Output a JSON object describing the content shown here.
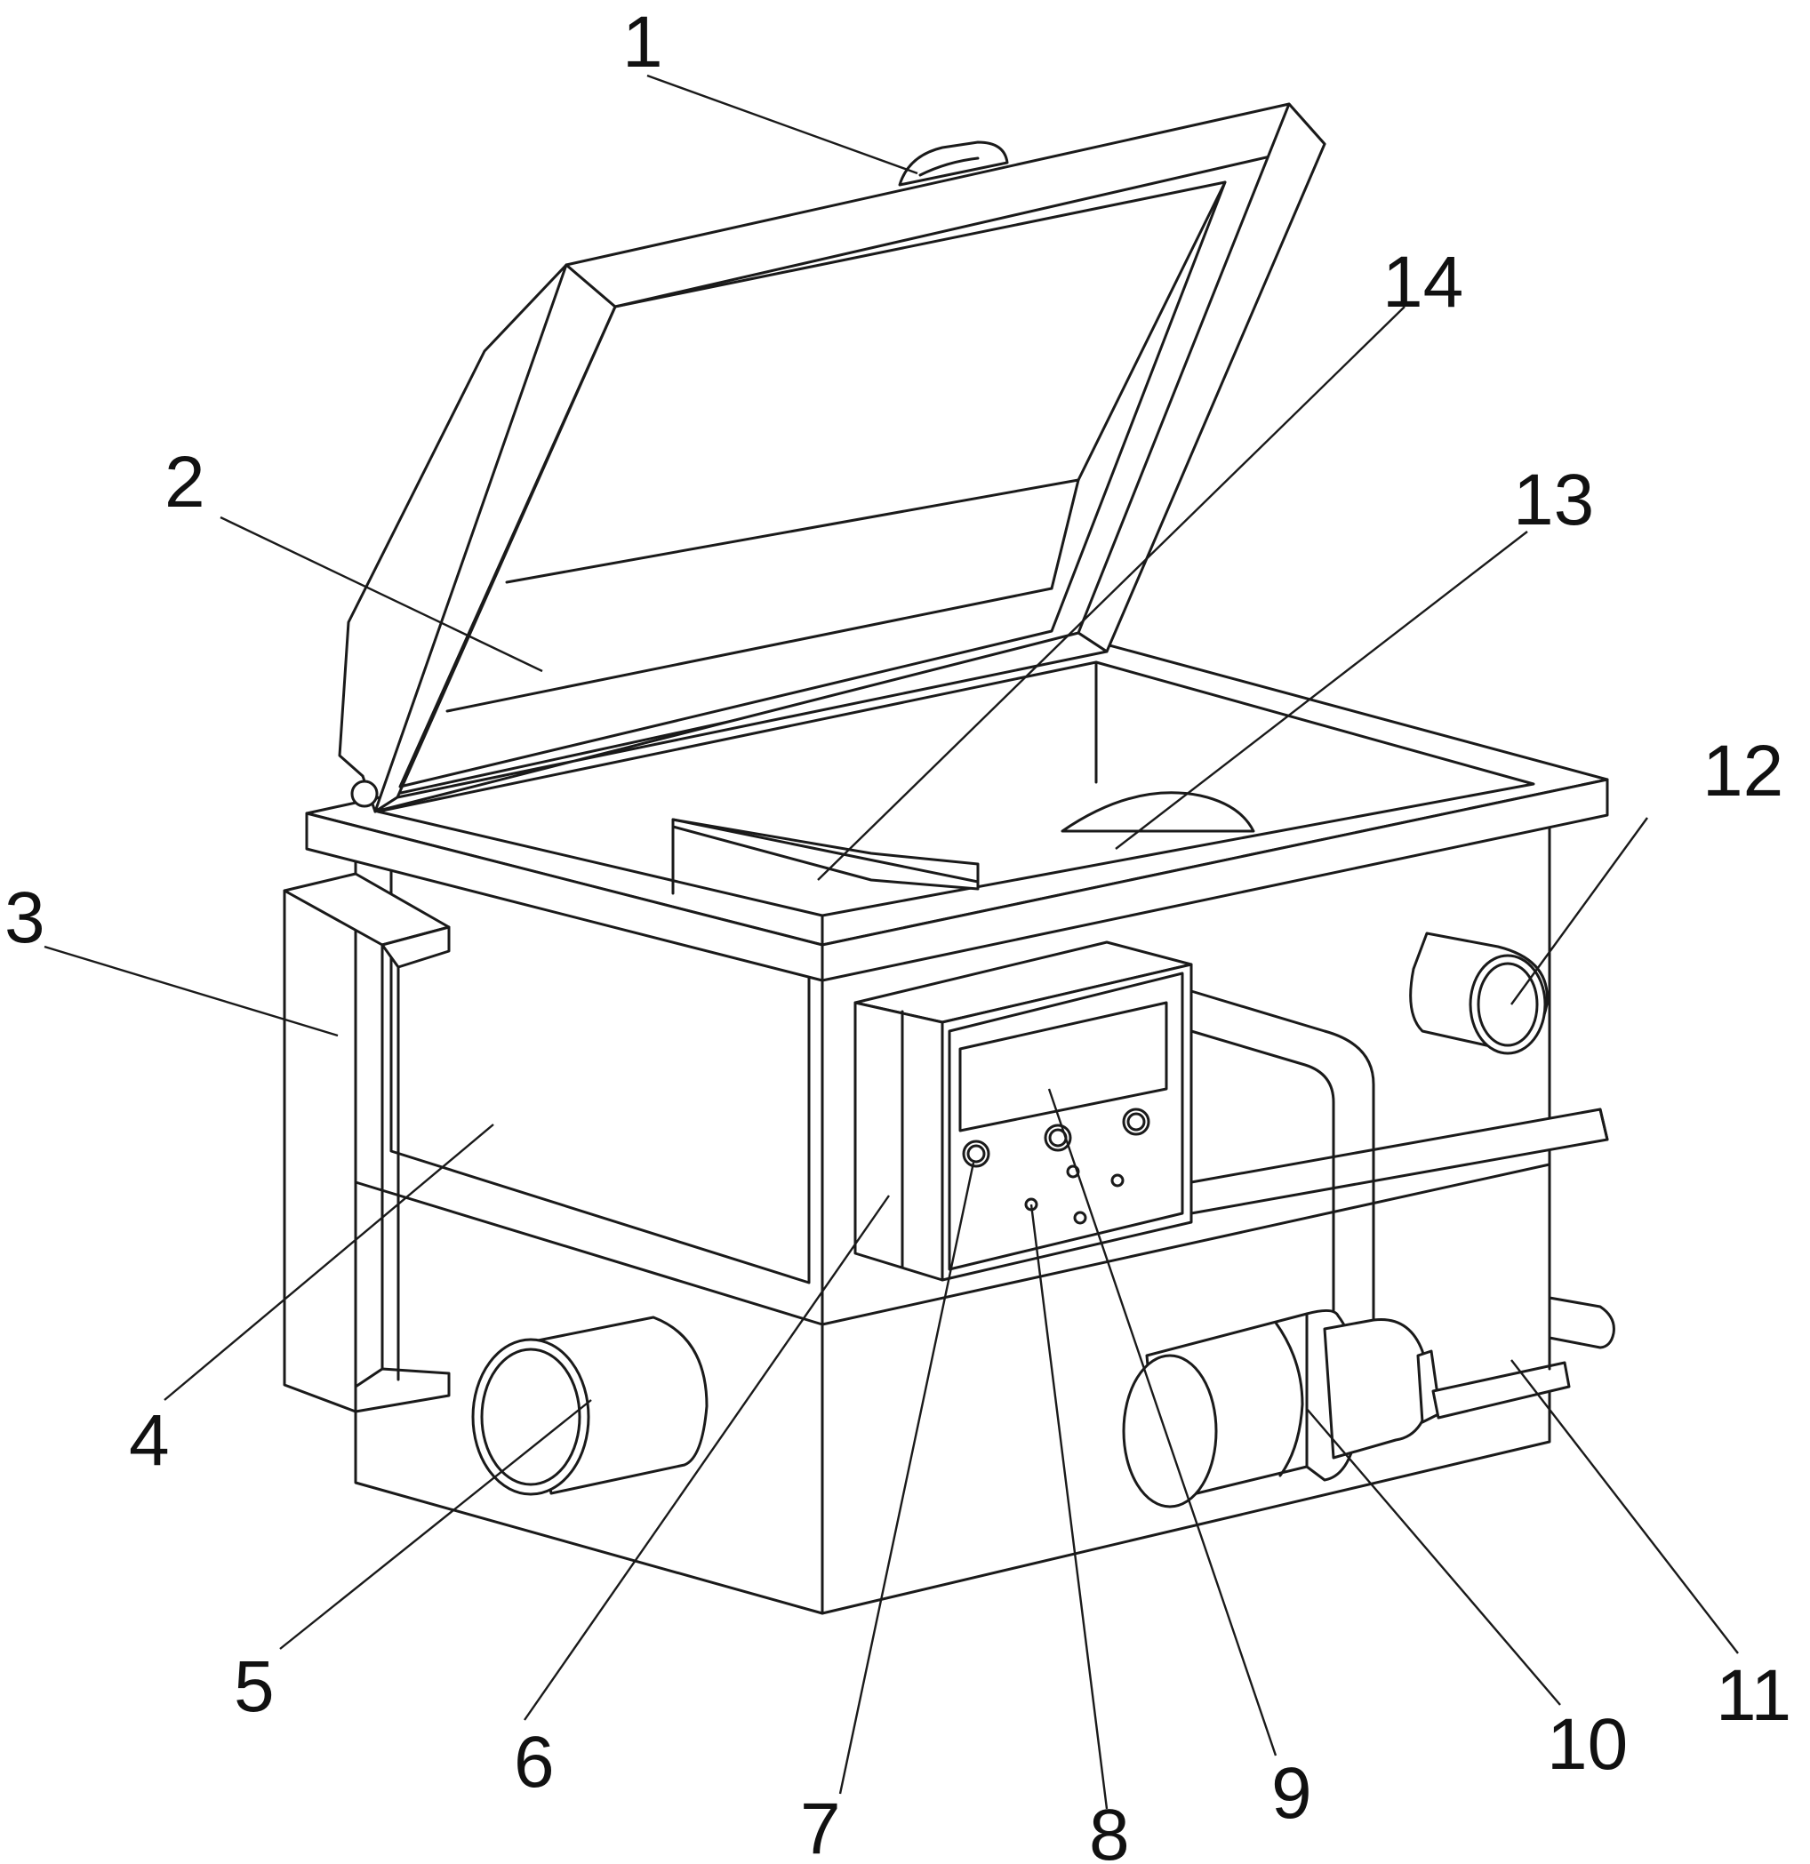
{
  "figure": {
    "callouts": [
      {
        "id": "1",
        "text": "1"
      },
      {
        "id": "2",
        "text": "2"
      },
      {
        "id": "3",
        "text": "3"
      },
      {
        "id": "4",
        "text": "4"
      },
      {
        "id": "5",
        "text": "5"
      },
      {
        "id": "6",
        "text": "6"
      },
      {
        "id": "7",
        "text": "7"
      },
      {
        "id": "8",
        "text": "8"
      },
      {
        "id": "9",
        "text": "9"
      },
      {
        "id": "10",
        "text": "10"
      },
      {
        "id": "11",
        "text": "11"
      },
      {
        "id": "12",
        "text": "12"
      },
      {
        "id": "13",
        "text": "13"
      },
      {
        "id": "14",
        "text": "14"
      }
    ]
  },
  "style": {
    "line_color": "#1a1a1a",
    "background": "#ffffff"
  }
}
